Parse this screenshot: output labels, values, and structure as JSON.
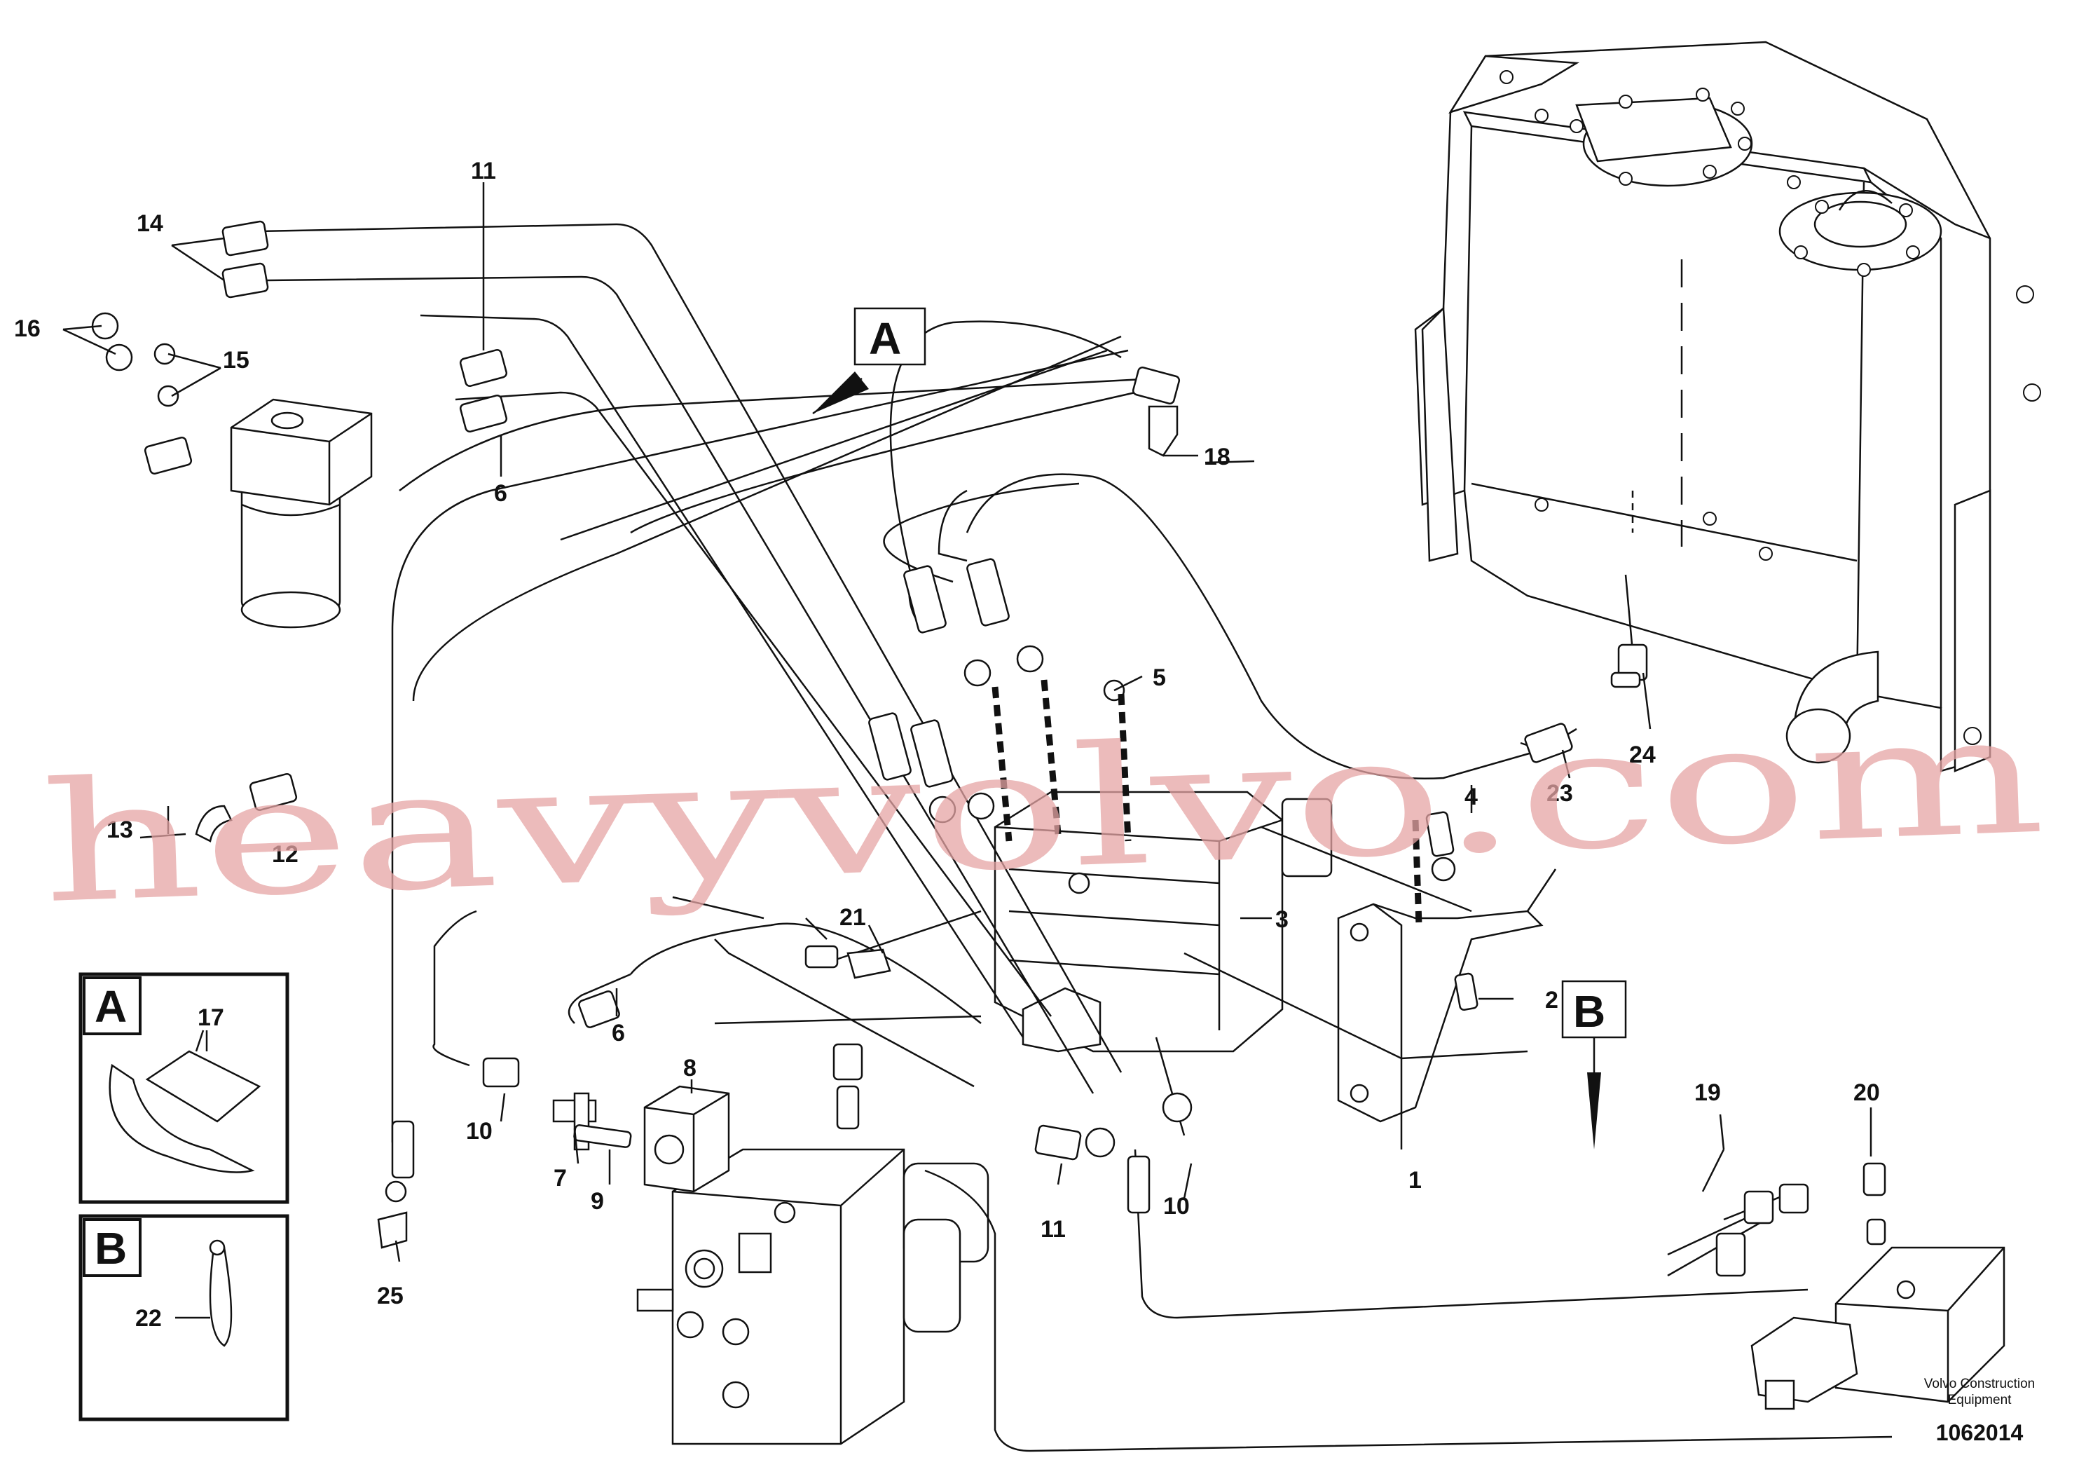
{
  "diagram": {
    "labels": [
      {
        "id": "l1",
        "text": "1"
      },
      {
        "id": "l2",
        "text": "2"
      },
      {
        "id": "l3",
        "text": "3"
      },
      {
        "id": "l4",
        "text": "4"
      },
      {
        "id": "l5",
        "text": "5"
      },
      {
        "id": "l6a",
        "text": "6"
      },
      {
        "id": "l6b",
        "text": "6"
      },
      {
        "id": "l7",
        "text": "7"
      },
      {
        "id": "l8",
        "text": "8"
      },
      {
        "id": "l9",
        "text": "9"
      },
      {
        "id": "l10a",
        "text": "10"
      },
      {
        "id": "l10b",
        "text": "10"
      },
      {
        "id": "l11a",
        "text": "11"
      },
      {
        "id": "l11b",
        "text": "11"
      },
      {
        "id": "l12",
        "text": "12"
      },
      {
        "id": "l13",
        "text": "13"
      },
      {
        "id": "l14",
        "text": "14"
      },
      {
        "id": "l15",
        "text": "15"
      },
      {
        "id": "l16",
        "text": "16"
      },
      {
        "id": "l17",
        "text": "17"
      },
      {
        "id": "l18",
        "text": "18"
      },
      {
        "id": "l19",
        "text": "19"
      },
      {
        "id": "l20",
        "text": "20"
      },
      {
        "id": "l21",
        "text": "21"
      },
      {
        "id": "l22",
        "text": "22"
      },
      {
        "id": "l23",
        "text": "23"
      },
      {
        "id": "l24",
        "text": "24"
      },
      {
        "id": "l25",
        "text": "25"
      }
    ],
    "view_markers": {
      "a": "A",
      "b": "B"
    },
    "detail_boxes": {
      "a": "A",
      "b": "B"
    },
    "caption_line1": "Volvo Construction",
    "caption_line2": "Equipment",
    "drawing_number": "1062014",
    "watermark": "heavyvolvo.com"
  }
}
